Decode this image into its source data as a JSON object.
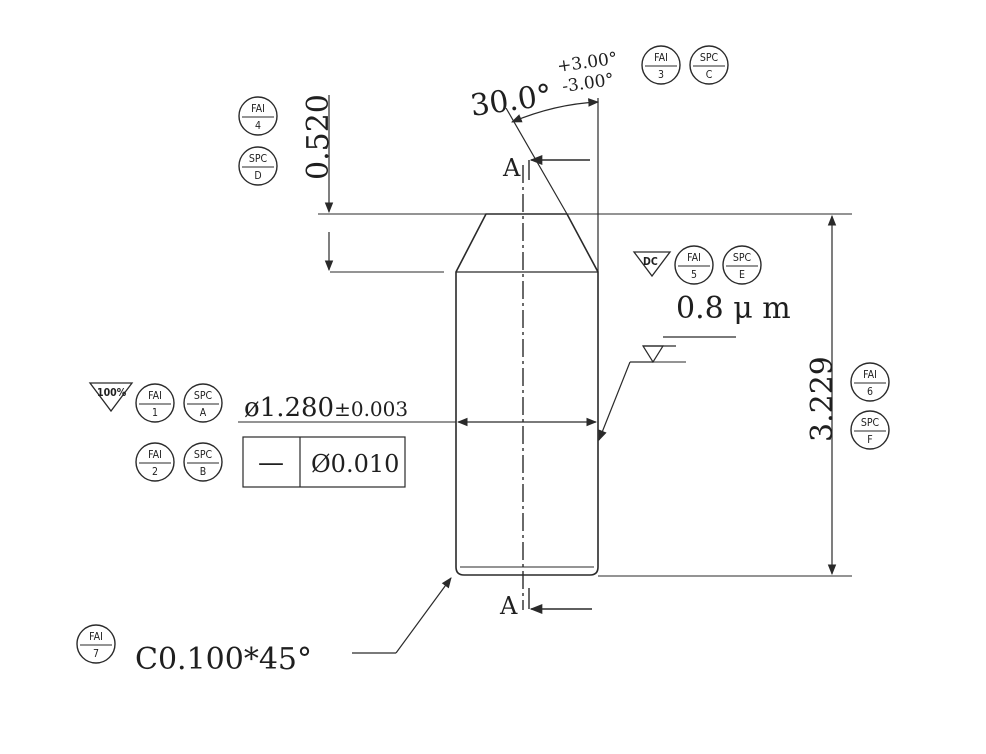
{
  "drawing": {
    "section_cut": "A",
    "angle": {
      "nominal": "30.0°",
      "tol_plus": "+3.00°",
      "tol_minus": "-3.00°"
    },
    "tip_height": "0.520",
    "overall_length": "3.229",
    "diameter": {
      "nominal": "ø1.280",
      "tol": "±0.003"
    },
    "straightness": {
      "symbol": "—",
      "value": "Ø0.010"
    },
    "roughness": "0.8 μ m",
    "chamfer": "C0.100*45°",
    "flags": {
      "dc": "DC",
      "hundred_pct": "100%"
    },
    "bubbles": {
      "fai1": {
        "top": "FAI",
        "bottom": "1"
      },
      "spcA": {
        "top": "SPC",
        "bottom": "A"
      },
      "fai2": {
        "top": "FAI",
        "bottom": "2"
      },
      "spcB": {
        "top": "SPC",
        "bottom": "B"
      },
      "fai3": {
        "top": "FAI",
        "bottom": "3"
      },
      "spcC": {
        "top": "SPC",
        "bottom": "C"
      },
      "fai4": {
        "top": "FAI",
        "bottom": "4"
      },
      "spcD": {
        "top": "SPC",
        "bottom": "D"
      },
      "fai5": {
        "top": "FAI",
        "bottom": "5"
      },
      "spcE": {
        "top": "SPC",
        "bottom": "E"
      },
      "fai6": {
        "top": "FAI",
        "bottom": "6"
      },
      "spcF": {
        "top": "SPC",
        "bottom": "F"
      },
      "fai7": {
        "top": "FAI",
        "bottom": "7"
      }
    }
  }
}
